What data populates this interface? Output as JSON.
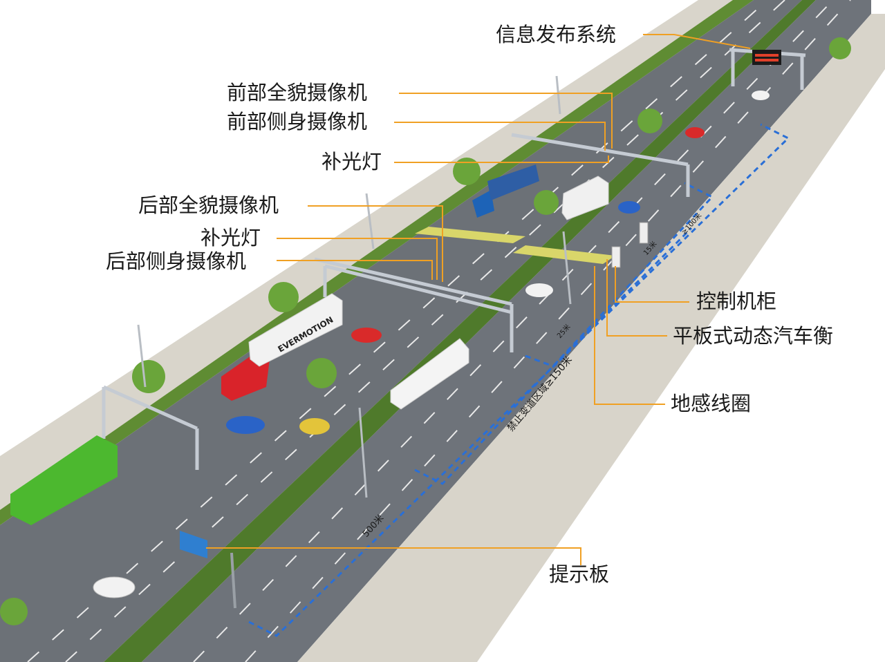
{
  "labels": {
    "info_release": "信息发布系统",
    "front_panorama_cam": "前部全貌摄像机",
    "front_side_cam": "前部侧身摄像机",
    "fill_light_front": "补光灯",
    "rear_panorama_cam": "后部全貌摄像机",
    "fill_light_rear": "补光灯",
    "rear_side_cam": "后部侧身摄像机",
    "control_cabinet": "控制机柜",
    "plate_scale": "平板式动态汽车衡",
    "ground_loop": "地感线圈",
    "prompt_board": "提示板"
  },
  "road_marks": {
    "no_lane_change": "禁止变道区域≥150米",
    "dist_500": "500米",
    "dist_25": "25米",
    "dist_15": "15米",
    "dist_100": "≥100米"
  },
  "vehicle_text": {
    "trailer_brand": "EVERMOTION"
  },
  "colors": {
    "leader_line": "#f0a023",
    "road": "#6f747a",
    "sidewalk": "#d7d3c8",
    "median": "#4e7a2a",
    "dashed_zone": "#2a6fd6"
  }
}
